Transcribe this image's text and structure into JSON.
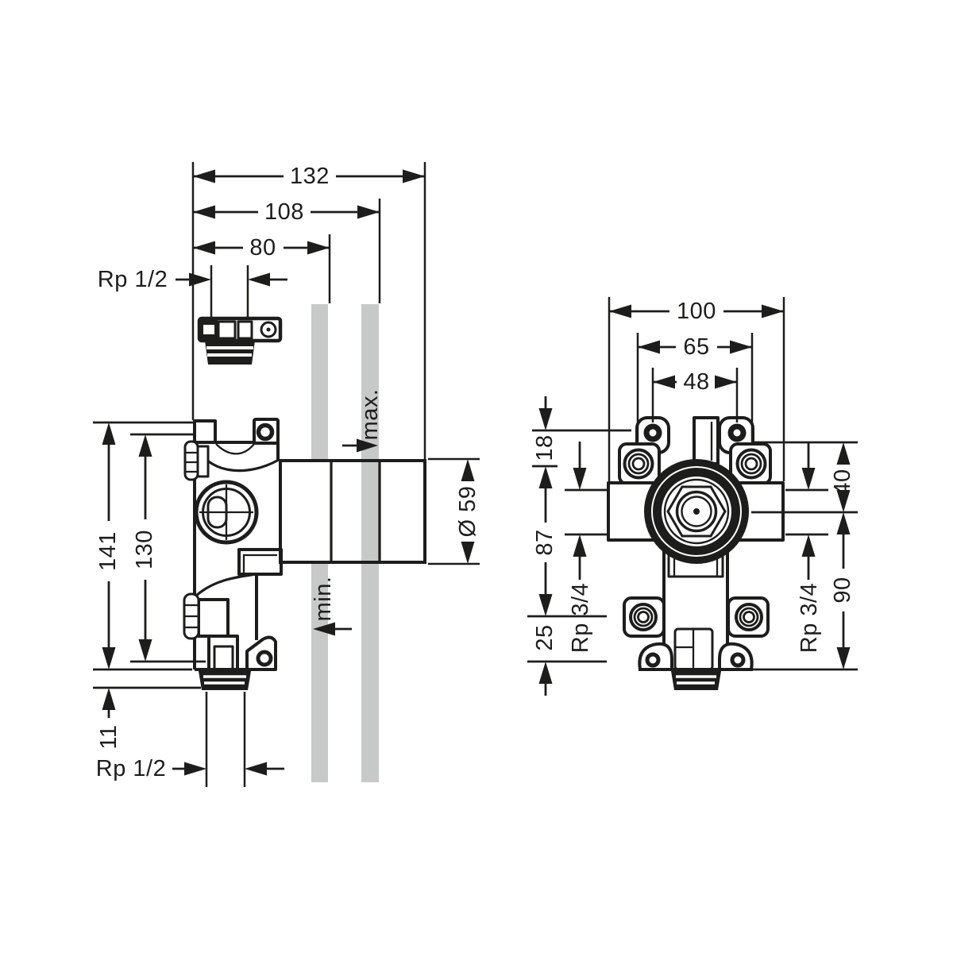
{
  "drawing": {
    "side_view": {
      "overall_depth": "132",
      "depth_to_wall_outer": "108",
      "depth_to_wall_inner": "80",
      "top_connection_thread": "Rp 1/2",
      "overall_height": "141",
      "mounting_height": "130",
      "nut_height": "11",
      "bottom_connection_thread": "Rp 1/2",
      "sleeve_diameter": "Ø 59",
      "wall_max_label": "max.",
      "wall_min_label": "min."
    },
    "front_view": {
      "overall_width": "100",
      "port_center_spacing": "65",
      "screw_hole_spacing": "48",
      "screw_to_port_offset": "18",
      "port_to_port_height": "87",
      "port_to_foot_offset": "25",
      "left_connection_thread": "Rp 3/4",
      "center_to_top_offset": "40",
      "center_to_bottom_offset": "90",
      "right_connection_thread": "Rp 3/4"
    },
    "colors": {
      "line": "#1d1d1b",
      "wall": "#c7c9c9",
      "background": "#ffffff"
    }
  }
}
